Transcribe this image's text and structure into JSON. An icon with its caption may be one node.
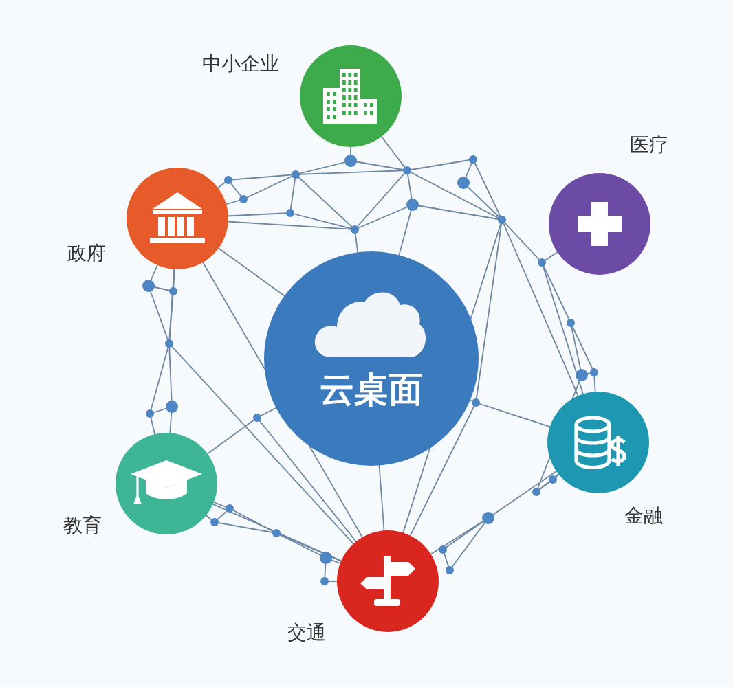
{
  "diagram": {
    "nodes": [
      {
        "text": [
          "云桌面"
        ]
      },
      {
        "text": [
          "中小企业"
        ]
      },
      {
        "text": [
          "医疗"
        ]
      },
      {
        "text": [
          "金融"
        ]
      },
      {
        "text": [
          "交通"
        ]
      },
      {
        "text": [
          "教育"
        ]
      },
      {
        "text": [
          "政府"
        ]
      }
    ]
  }
}
